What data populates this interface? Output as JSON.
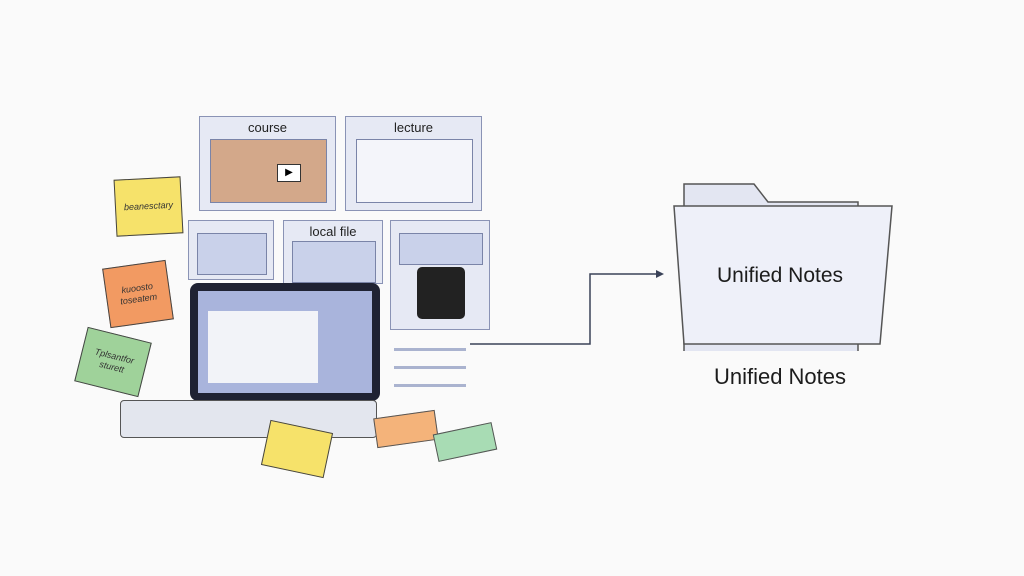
{
  "windows": {
    "course": "course",
    "lecture": "lecture",
    "local_file": "local file"
  },
  "notes": {
    "yellow": "beanesctary",
    "orange": "kuoosto toseatem",
    "green": "Tplsantfor sturett"
  },
  "folder": {
    "label": "Unified Notes",
    "caption": "Unified Notes"
  },
  "colors": {
    "window": "#e6e9f4",
    "folder": "#eef0f9",
    "arrow": "#3a4258"
  }
}
